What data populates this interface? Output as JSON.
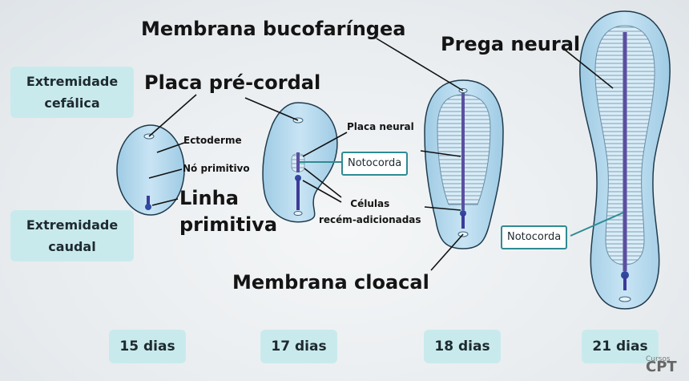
{
  "side_labels": {
    "cephalic": [
      "Extremidade",
      "cefálica"
    ],
    "caudal": [
      "Extremidade",
      "caudal"
    ]
  },
  "labels": {
    "membrana_bucofaringea": "Membrana bucofaríngea",
    "placa_precordal": "Placa pré-cordal",
    "prega_neural": "Prega neural",
    "ectoderme": "Ectoderme",
    "no_primitivo": "Nó primitivo",
    "linha_primitiva": [
      "Linha",
      "primitiva"
    ],
    "placa_neural": "Placa neural",
    "celulas": [
      "Células",
      "recém-adicionadas"
    ],
    "membrana_cloacal": "Membrana cloacal"
  },
  "callouts": {
    "notocorda_17": "Notocorda",
    "notocorda_21": "Notocorda"
  },
  "days": [
    "15 dias",
    "17 dias",
    "18 dias",
    "21 dias"
  ],
  "logo": {
    "small": "Cursos",
    "big": "CPT"
  },
  "colors": {
    "embryo_fill": "#b9dcef",
    "outline": "#1f3b4d",
    "notochord": "#5b4fa0",
    "box": "#c9eaec",
    "callout_border": "#2f8b93"
  }
}
